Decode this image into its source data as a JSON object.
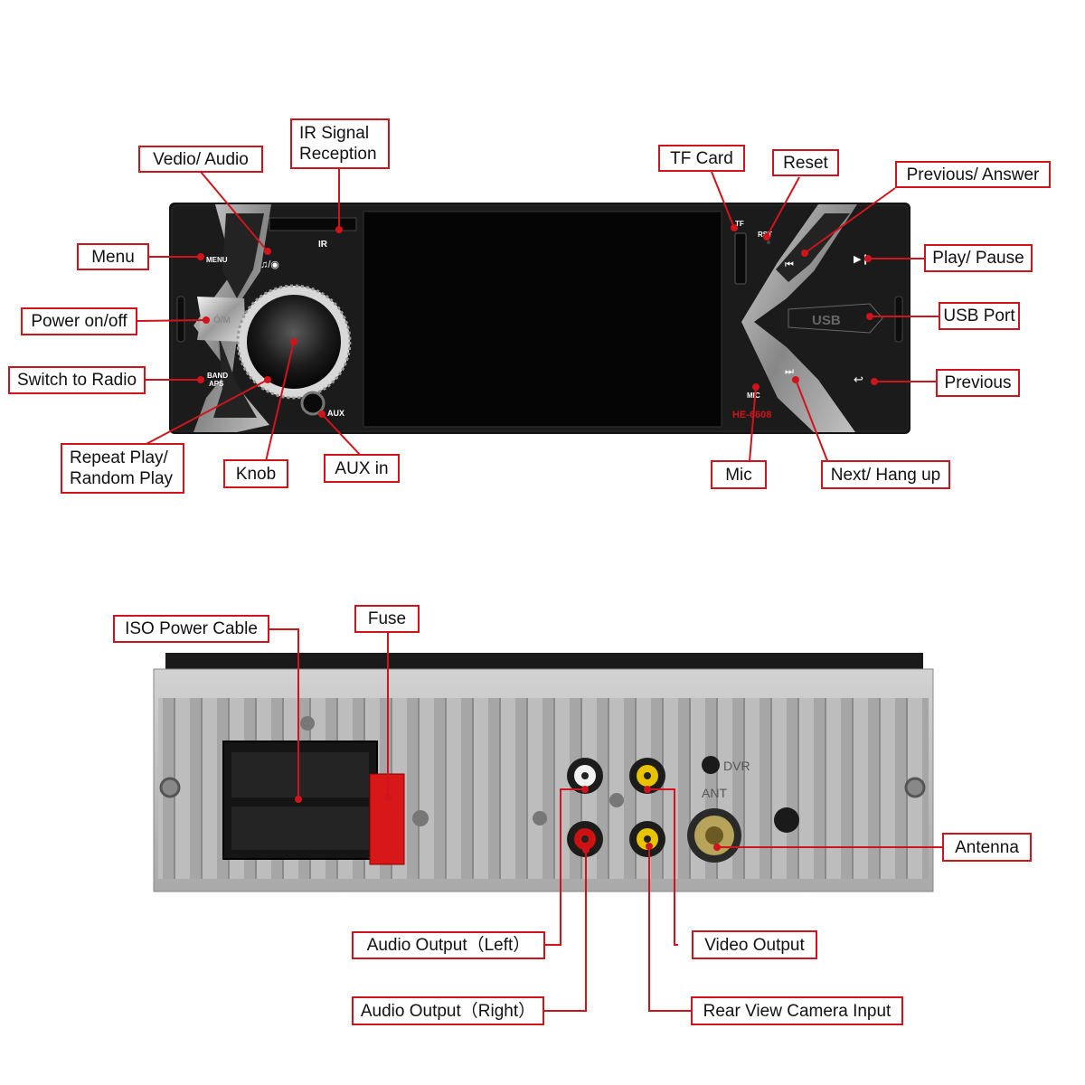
{
  "front_panel": {
    "model": "HE-6608",
    "printed": {
      "menu": "MENU",
      "ir": "IR",
      "tf": "TF",
      "rst": "RST",
      "band": "BAND",
      "aps": "APS",
      "aux": "AUX",
      "mic": "MIC",
      "usb": "USB",
      "power": "Ó/M"
    },
    "labels": {
      "vedio_audio": "Vedio/ Audio",
      "ir_line1": "IR Signal",
      "ir_line2": "Reception",
      "tf_card": "TF Card",
      "reset": "Reset",
      "previous_answer": "Previous/ Answer",
      "menu": "Menu",
      "play_pause": "Play/ Pause",
      "power": "Power on/off",
      "usb_port": "USB Port",
      "switch_radio": "Switch to Radio",
      "previous": "Previous",
      "repeat_line1": "Repeat Play/",
      "repeat_line2": "Random Play",
      "knob": "Knob",
      "aux_in": "AUX in",
      "mic": "Mic",
      "next_hangup": "Next/ Hang up"
    }
  },
  "rear_panel": {
    "printed": {
      "dvr": "DVR",
      "ant": "ANT"
    },
    "labels": {
      "iso_power_cable": "ISO Power Cable",
      "fuse": "Fuse",
      "antenna": "Antenna",
      "audio_left": "Audio Output（Left）",
      "video_output": "Video Output",
      "audio_right": "Audio Output（Right）",
      "rear_camera": "Rear View Camera Input"
    }
  },
  "colors": {
    "callout_red": "#d0141c",
    "panel_black": "#151515",
    "screen_black": "#050505",
    "chrome_silver": "#c8c8c8",
    "rca_red": "#cc1111",
    "rca_yellow": "#e8c400",
    "rca_white": "#f2f2f2",
    "chassis_gray": "#b9b9b9"
  }
}
